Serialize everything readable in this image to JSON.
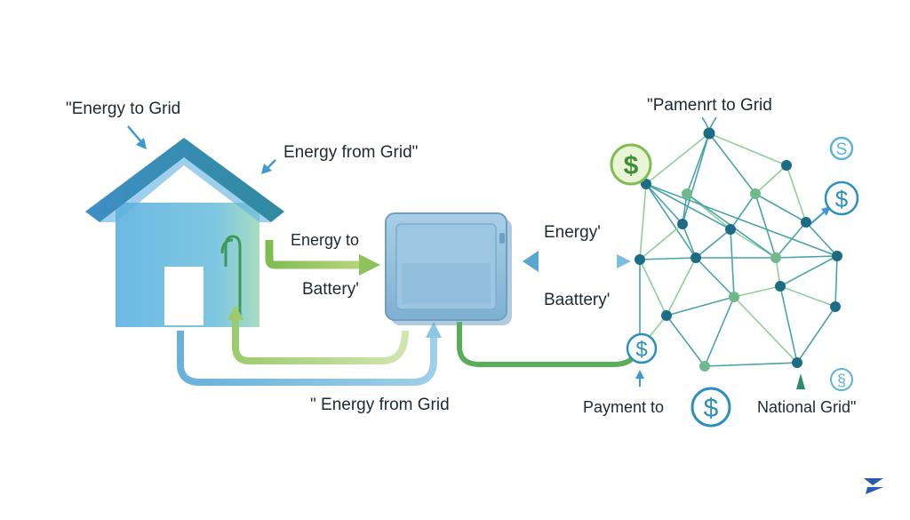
{
  "labels": {
    "energy_to_grid": "\"Energy to Grid",
    "energy_from_grid_top": "Energy from Grid\"",
    "energy_to": "Energy to",
    "battery_left": "Battery'",
    "energy_right": "Energy'",
    "battery_right": "Baattery'",
    "energy_from_grid_bottom": "\" Energy from Grid",
    "payment_to_grid_top": "\"Pamenrt to Grid",
    "payment_to": "Payment to",
    "national_grid": "National Grid\""
  },
  "symbols": {
    "dollar": "$",
    "coin_plain": "S",
    "coin_variant": "§"
  },
  "colors": {
    "house_roof": "#3d8fbf",
    "house_wall": "#6fbde0",
    "battery": "#8fbddb",
    "grid_line": "#4aa3a8",
    "node_dark": "#1d6c84",
    "node_green": "#6fb98b",
    "arrow_green": "#5aae5b",
    "arrow_blue": "#5aa6d2",
    "coin": "#2b8fbf"
  }
}
